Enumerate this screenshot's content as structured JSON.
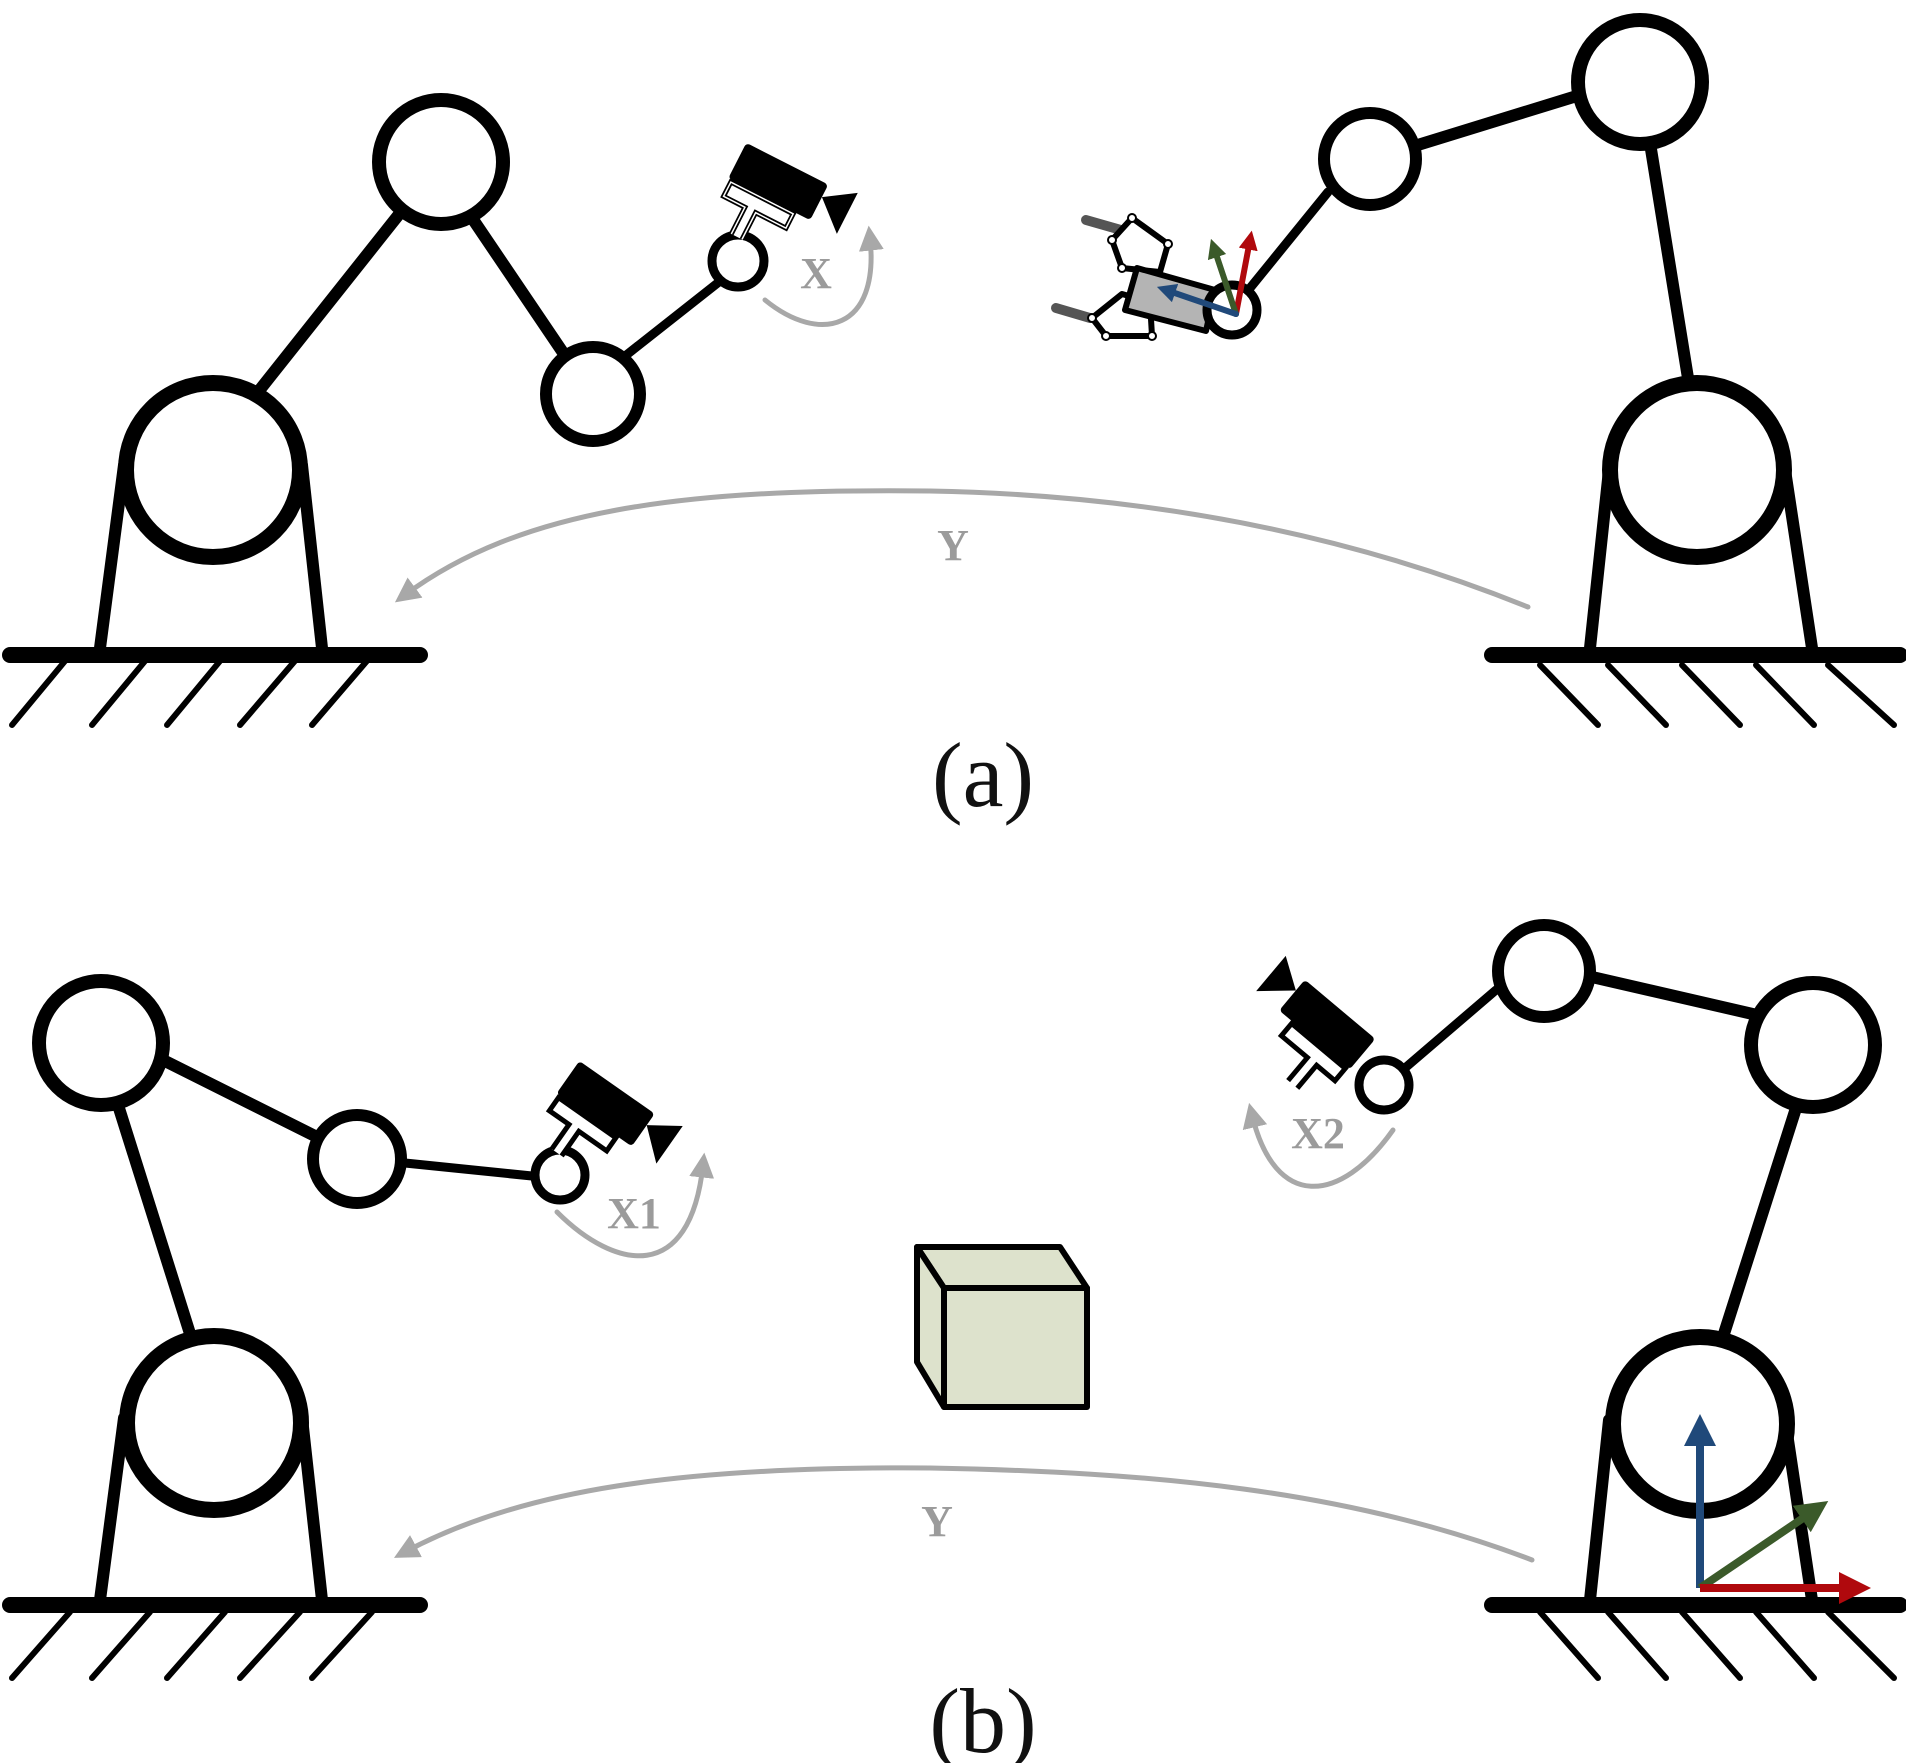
{
  "panel_a": {
    "caption": "(a)",
    "label_x": "X",
    "label_y": "Y"
  },
  "panel_b": {
    "caption": "(b)",
    "label_x1": "X1",
    "label_x2": "X2",
    "label_y": "Y"
  },
  "colors": {
    "line": "#000000",
    "arrow_gray": "#a8a8a8",
    "axis_red": "#b0090d",
    "axis_green": "#3b5a2a",
    "axis_blue": "#20497a",
    "box_fill": "#dde2cc",
    "tool_fill": "#b4b4b4"
  },
  "icons": [
    "camera-icon",
    "gripper-icon",
    "coordinate-frame-icon",
    "cube-icon",
    "ground-symbol-icon"
  ]
}
